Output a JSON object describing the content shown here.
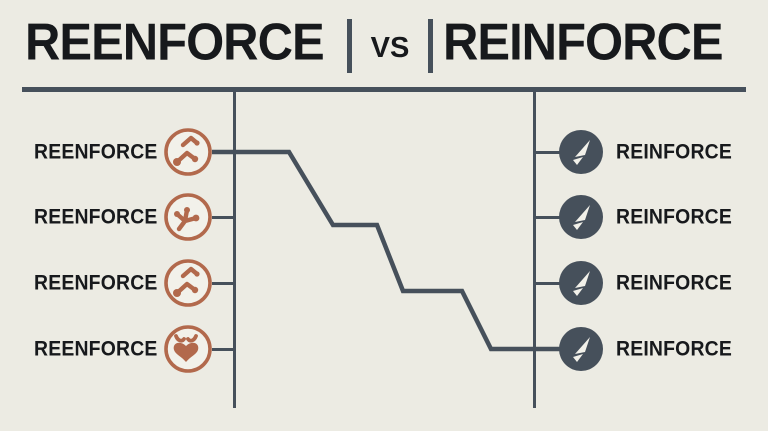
{
  "palette": {
    "background": "#ECEBE3",
    "line_slate": "#46505B",
    "accent_terracotta": "#B2694C",
    "text_black": "#17191C",
    "icon_fill_cream": "#F2F1EA"
  },
  "title": {
    "left": "REENFORCE",
    "vs": "VS",
    "right": "REINFORCE"
  },
  "left_column": {
    "items": [
      {
        "label": "REENFORCE",
        "icon": "branch-icon"
      },
      {
        "label": "REENFORCE",
        "icon": "sprout-icon"
      },
      {
        "label": "REENFORCE",
        "icon": "branch-icon"
      },
      {
        "label": "REENFORCE",
        "icon": "heart-icon"
      }
    ]
  },
  "right_column": {
    "items": [
      {
        "label": "REINFORCE",
        "icon": "paper-plane-icon"
      },
      {
        "label": "REINFORCE",
        "icon": "paper-plane-icon"
      },
      {
        "label": "REINFORCE",
        "icon": "paper-plane-icon"
      },
      {
        "label": "REINFORCE",
        "icon": "paper-plane-icon"
      }
    ]
  },
  "connector": {
    "from": "left-row-1",
    "to": "right-row-4",
    "style": "descending-staircase"
  }
}
